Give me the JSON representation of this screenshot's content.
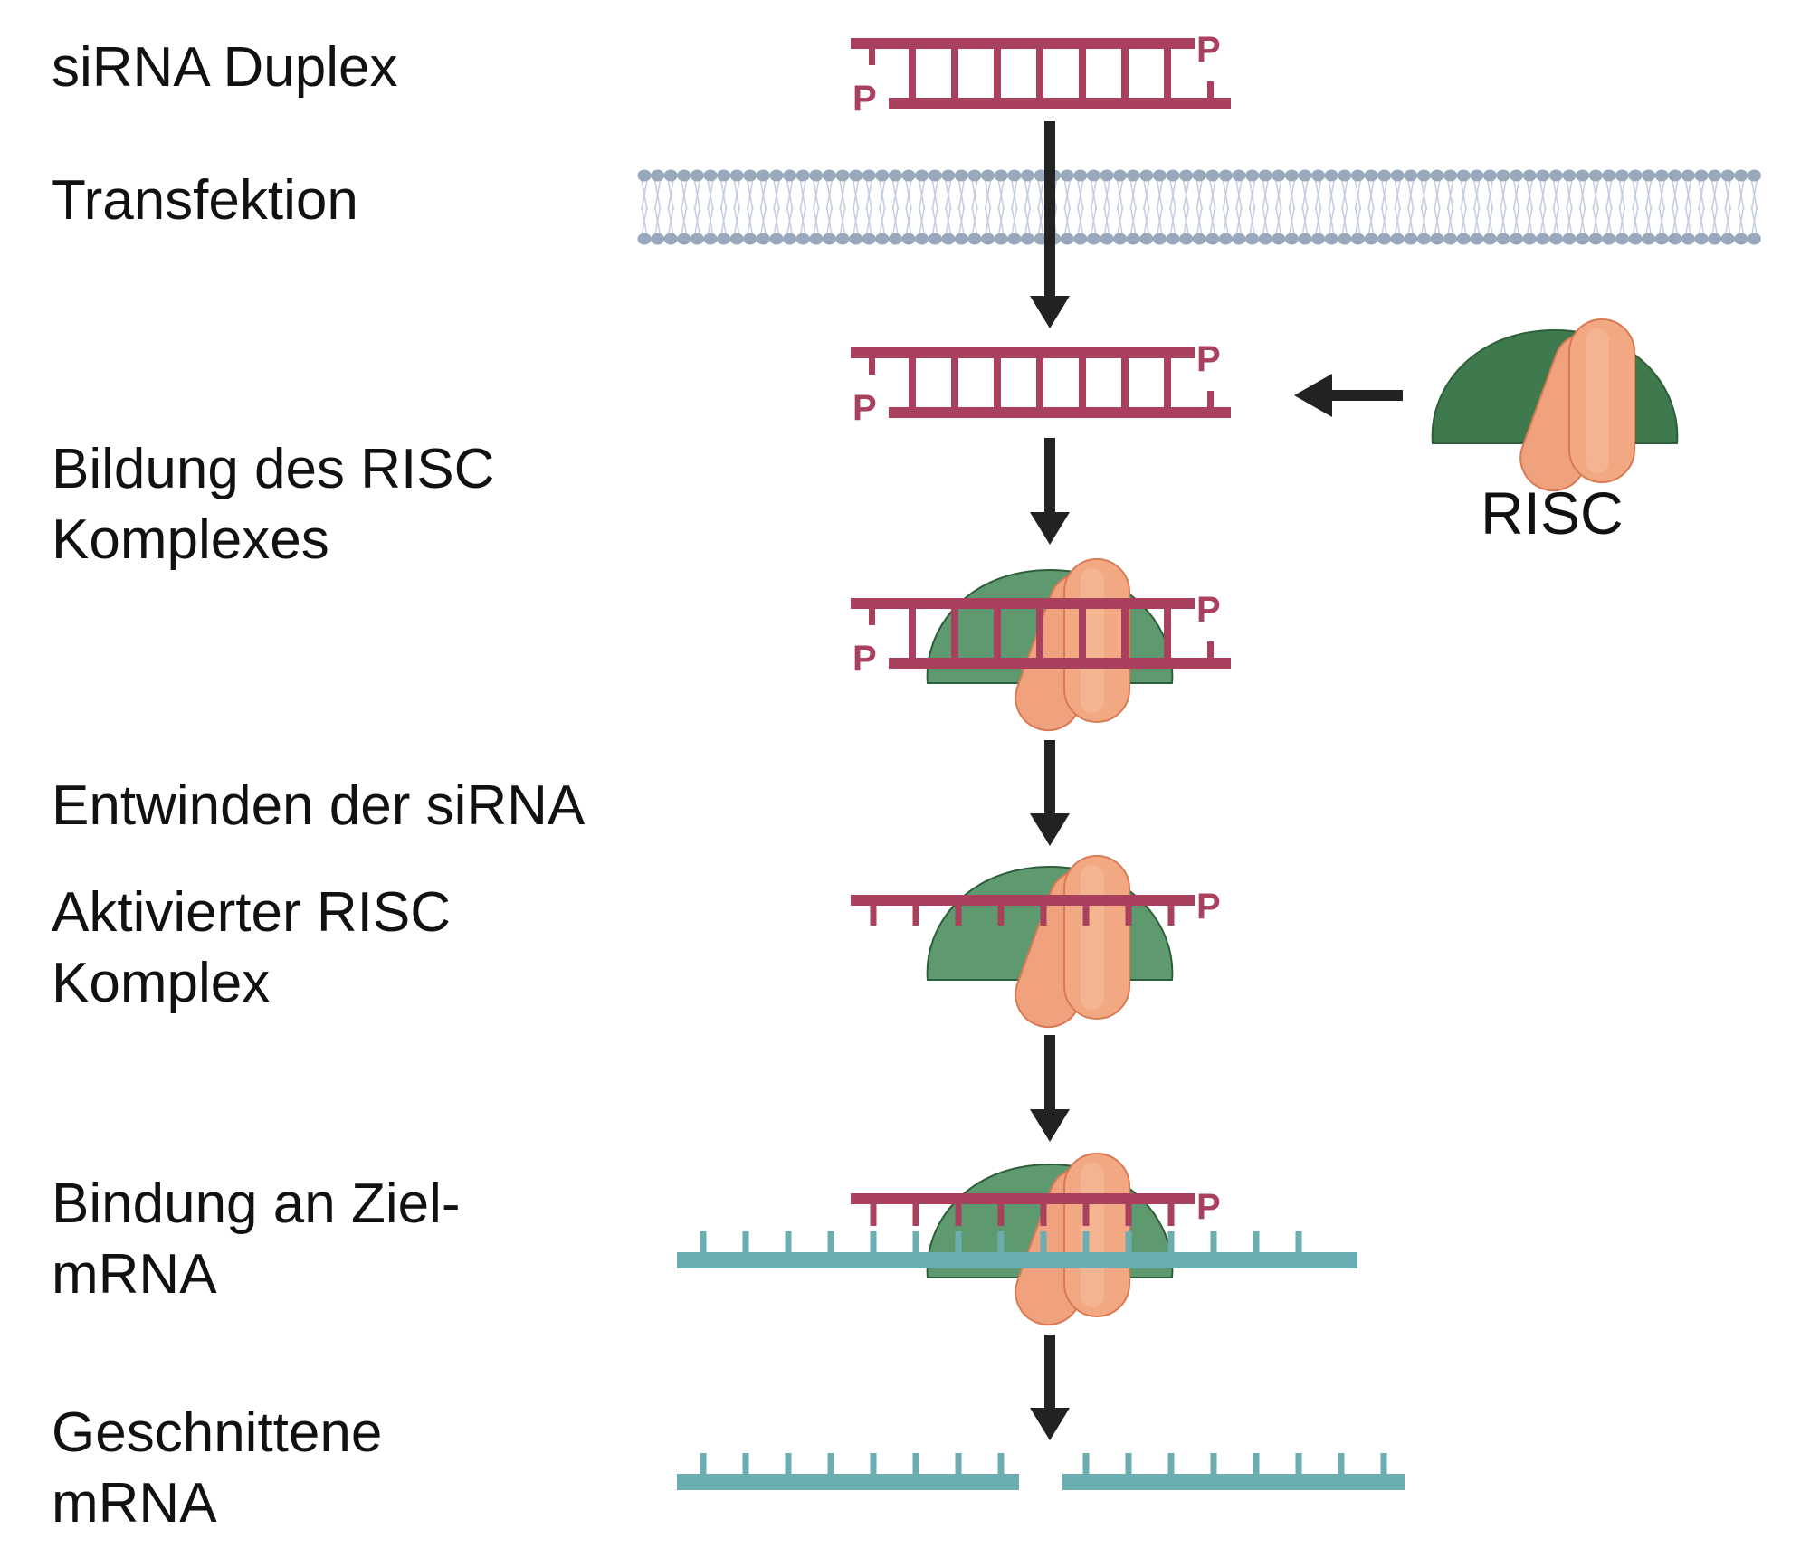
{
  "steps": [
    {
      "label": "siRNA Duplex"
    },
    {
      "label": "Transfektion"
    },
    {
      "label": "Bildung des RISC\nKomplexes"
    },
    {
      "label": "Entwinden der siRNA"
    },
    {
      "label": "Aktivierter RISC\nKomplex"
    },
    {
      "label": "Bindung an Ziel-\nmRNA"
    },
    {
      "label": "Geschnittene\nmRNA"
    }
  ],
  "risc_label": "RISC",
  "phosphate_label": "P",
  "colors": {
    "sirna": "#a8405e",
    "mrna": "#6aaeb1",
    "membrane": "#9aa8bd",
    "risc_green": "#3f7a4e",
    "risc_green_light": "#5f9970",
    "risc_orange": "#f0a27f",
    "arrow": "#222222"
  }
}
